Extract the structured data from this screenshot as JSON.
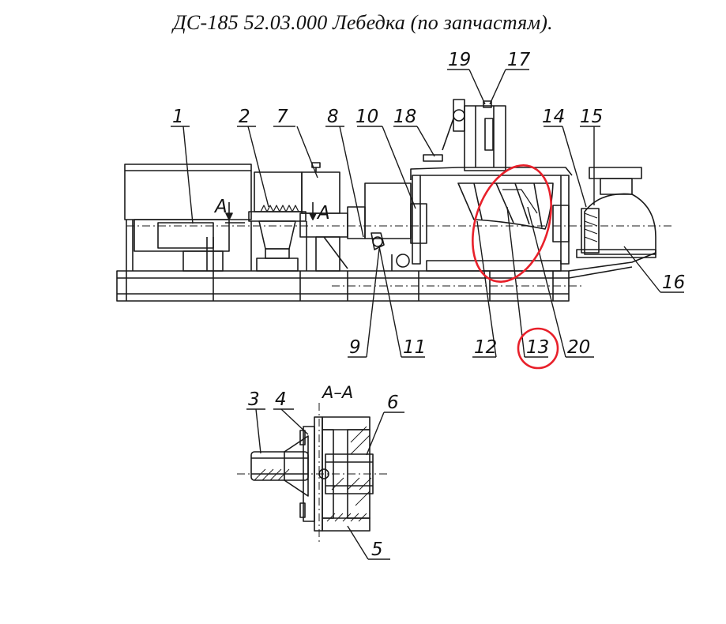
{
  "title": "ДС-185 52.03.000  Лебедка (по запчастям).",
  "highlight_color": "#e8202a",
  "callouts": {
    "c1": "1",
    "c2": "2",
    "c3": "3",
    "c4": "4",
    "c5": "5",
    "c6": "6",
    "c7": "7",
    "c8": "8",
    "c9": "9",
    "c10": "10",
    "c11": "11",
    "c12": "12",
    "c13": "13",
    "c14": "14",
    "c15": "15",
    "c16": "16",
    "c17": "17",
    "c18": "18",
    "c19": "19",
    "c20": "20"
  },
  "section_marks": {
    "left": "A",
    "right": "A"
  },
  "section_view_title": "A–A"
}
